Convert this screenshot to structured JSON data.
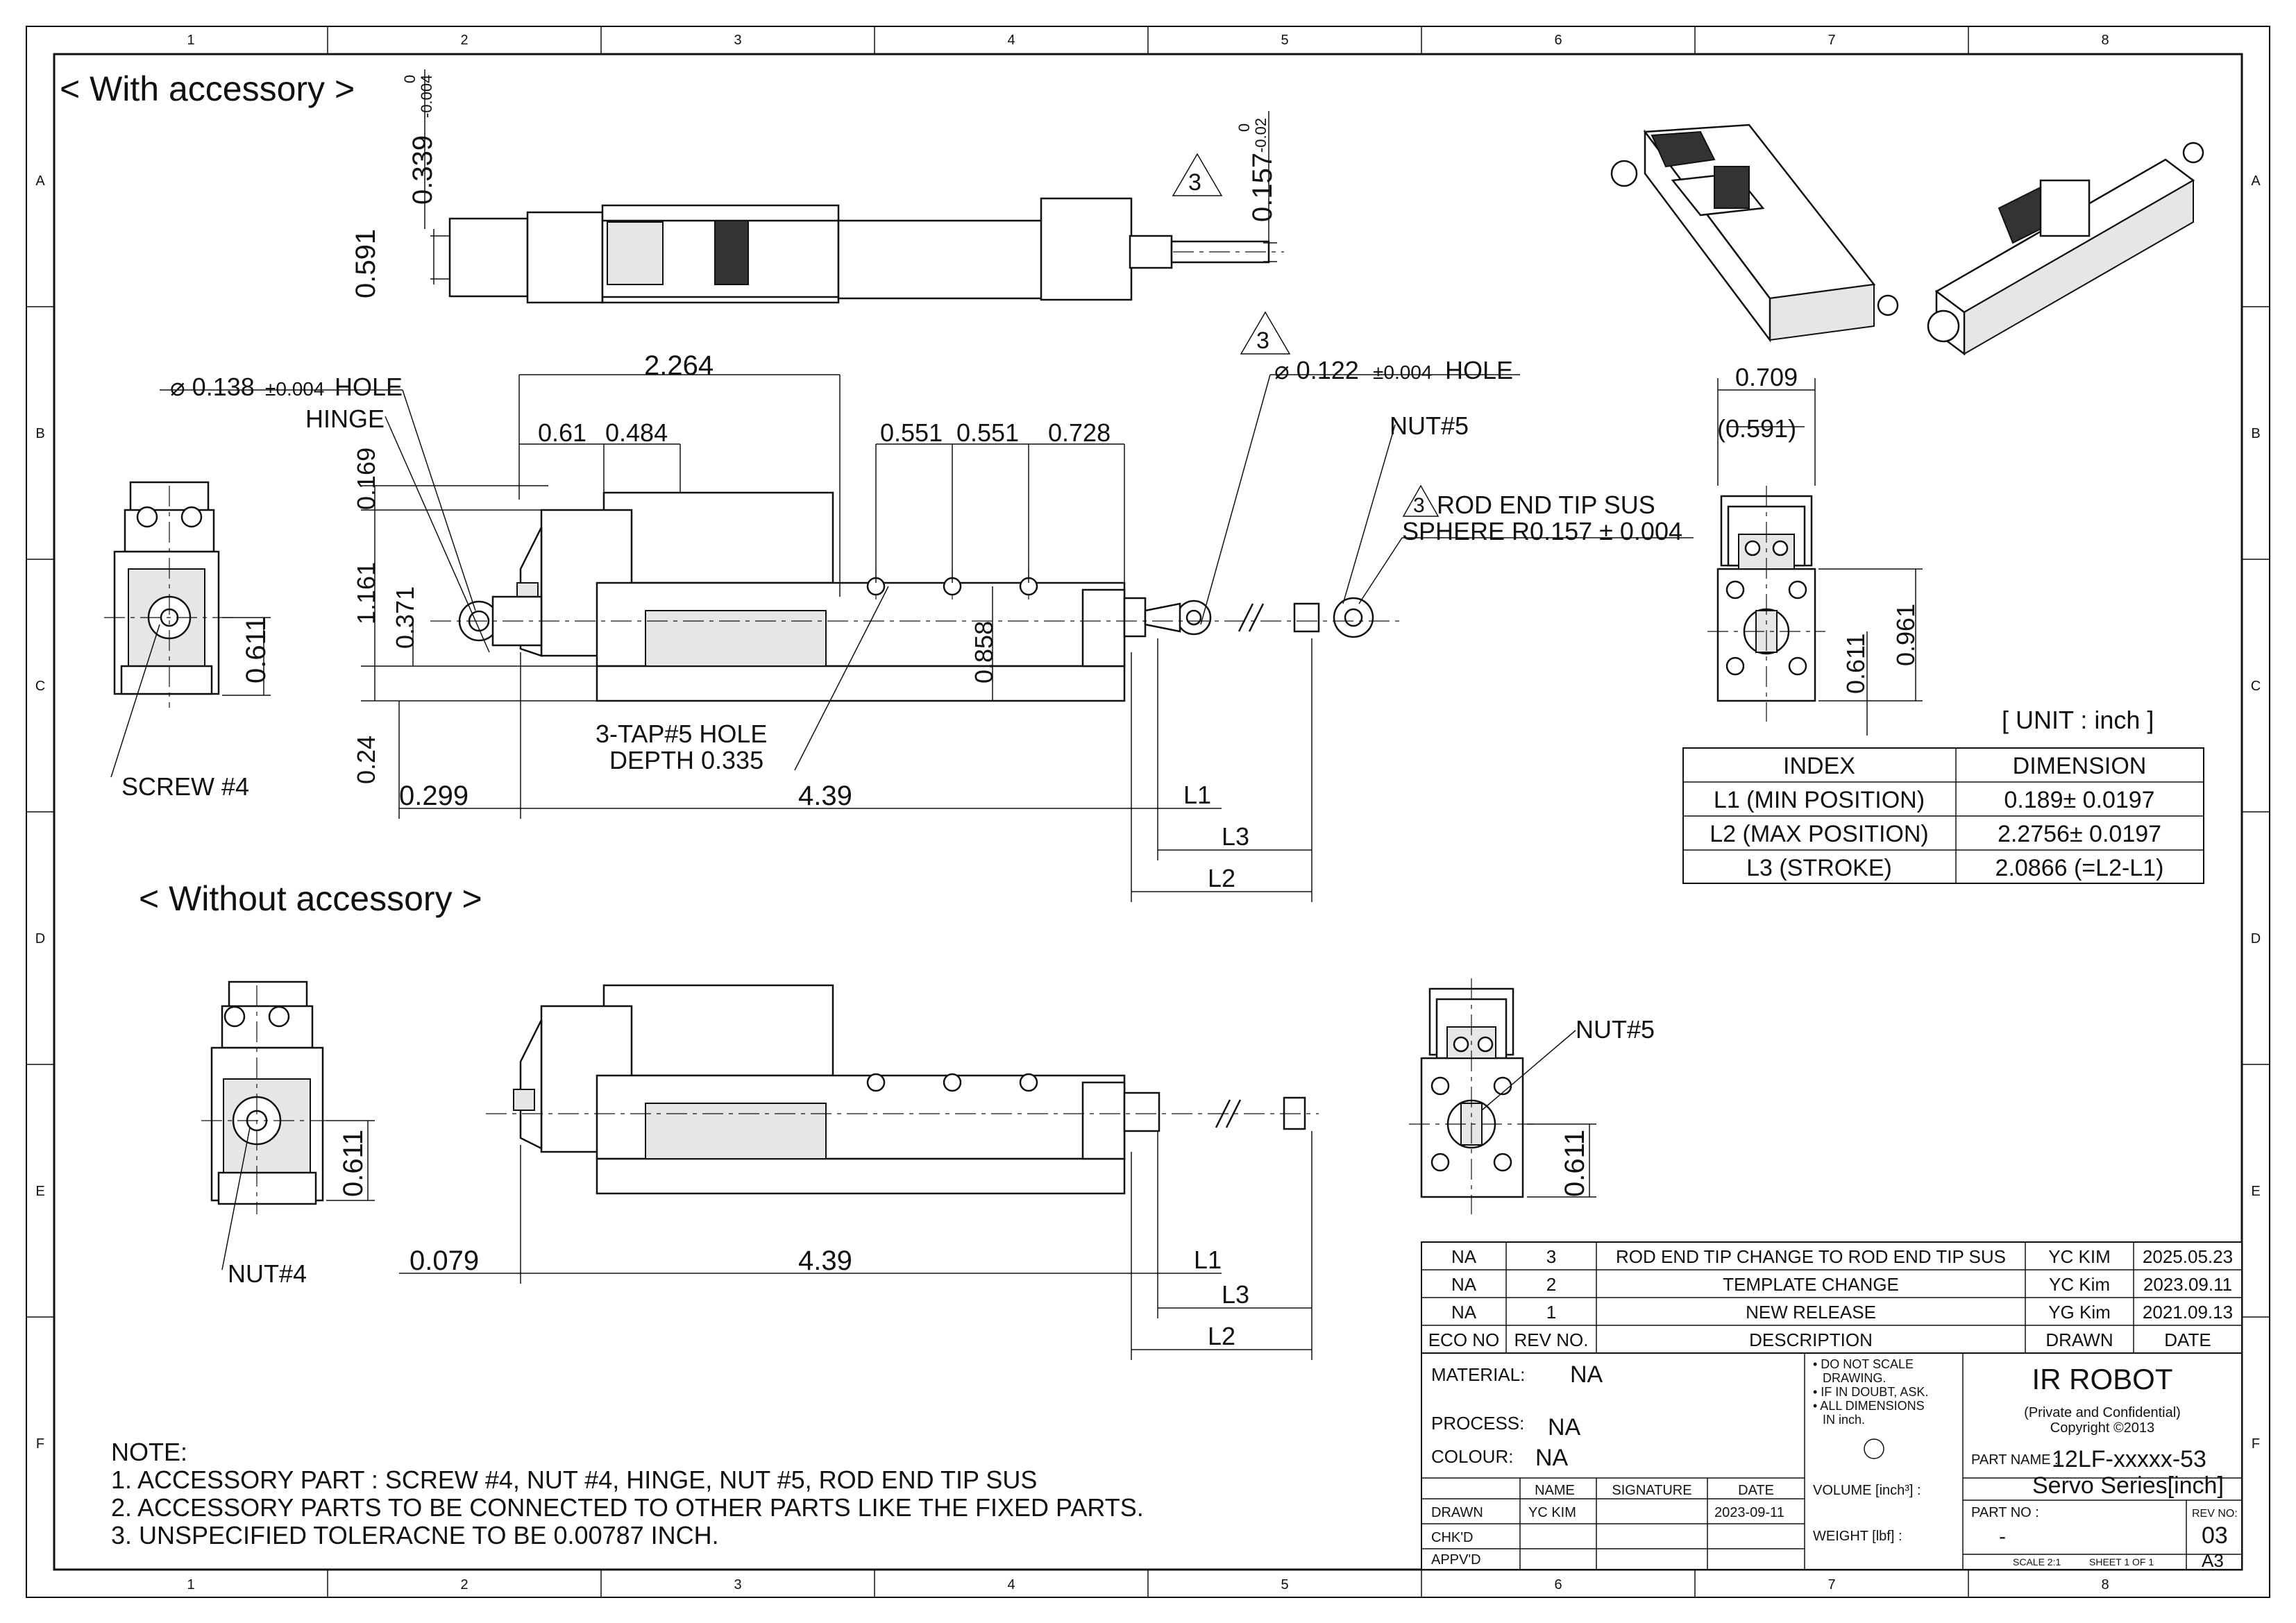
{
  "grid": {
    "columns": [
      "1",
      "2",
      "3",
      "4",
      "5",
      "6",
      "7",
      "8"
    ],
    "rows": [
      "A",
      "B",
      "C",
      "D",
      "E",
      "F"
    ]
  },
  "section_with": "< With accessory >",
  "section_without": "< Without accessory >",
  "dims_with": {
    "top_h": "0.339",
    "top_tol_hi": "0",
    "top_tol_lo": "-0.004",
    "top_w": "0.591",
    "rod_d": "0.157",
    "rod_tol_hi": "0",
    "rod_tol_lo": "-0.02",
    "rev_mark_1": "3",
    "rev_mark_2": "3",
    "rev_mark_3": "3",
    "hole_left": "⌀ 0.138",
    "hole_left_tol": "±0.004",
    "hole_left_suffix": "HOLE",
    "hinge": "HINGE",
    "hole_right": "⌀ 0.122",
    "hole_right_tol": "±0.004",
    "hole_right_suffix": "HOLE",
    "nut5": "NUT#5",
    "rod_end_1": "ROD END TIP SUS",
    "rod_end_2": "SPHERE R0.157 ± 0.004",
    "d_2264": "2.264",
    "d_061": "0.61",
    "d_0484": "0.484",
    "d_0551a": "0.551",
    "d_0551b": "0.551",
    "d_0728": "0.728",
    "d_0169": "0.169",
    "d_1161": "1.161",
    "d_0371": "0.371",
    "d_0858": "0.858",
    "d_024": "0.24",
    "d_0611_left": "0.611",
    "screw4": "SCREW #4",
    "tap_1": "3-TAP#5 HOLE",
    "tap_2": "DEPTH 0.335",
    "d_0299": "0.299",
    "d_439": "4.39",
    "l1": "L1",
    "l3": "L3",
    "l2": "L2",
    "d_0709": "0.709",
    "d_0591p": "(0.591)",
    "d_0611_right": "0.611",
    "d_0961": "0.961"
  },
  "dims_without": {
    "d_0611_left": "0.611",
    "nut4": "NUT#4",
    "d_0079": "0.079",
    "d_439": "4.39",
    "l1": "L1",
    "l3": "L3",
    "l2": "L2",
    "nut5": "NUT#5",
    "d_0611_right": "0.611"
  },
  "unit_label": "[ UNIT : inch ]",
  "index_table": {
    "headers": [
      "INDEX",
      "DIMENSION"
    ],
    "rows": [
      {
        "index": "L1 (MIN POSITION)",
        "dimension": "0.189± 0.0197"
      },
      {
        "index": "L2 (MAX POSITION)",
        "dimension": "2.2756± 0.0197"
      },
      {
        "index": "L3 (STROKE)",
        "dimension": "2.0866 (=L2-L1)"
      }
    ]
  },
  "notes": {
    "title": "NOTE:",
    "items": [
      "1. ACCESSORY PART :  SCREW #4, NUT #4, HINGE, NUT #5, ROD END TIP SUS",
      "2. ACCESSORY PARTS TO BE CONNECTED TO OTHER PARTS LIKE THE  FIXED PARTS.",
      "3. UNSPECIFIED TOLERACNE TO BE 0.00787 INCH."
    ]
  },
  "revision_table": {
    "rows": [
      {
        "eco": "NA",
        "rev": "3",
        "desc": "ROD END TIP CHANGE TO ROD END TIP SUS",
        "drawn": "YC KIM",
        "date": "2025.05.23"
      },
      {
        "eco": "NA",
        "rev": "2",
        "desc": "TEMPLATE CHANGE",
        "drawn": "YC Kim",
        "date": "2023.09.11"
      },
      {
        "eco": "NA",
        "rev": "1",
        "desc": "NEW RELEASE",
        "drawn": "YG Kim",
        "date": "2021.09.13"
      }
    ],
    "headers": {
      "eco": "ECO NO",
      "rev": "REV NO.",
      "desc": "DESCRIPTION",
      "drawn": "DRAWN",
      "date": "DATE"
    }
  },
  "title_block": {
    "material_label": "MATERIAL:",
    "material": "NA",
    "process_label": "PROCESS:",
    "process": "NA",
    "colour_label": "COLOUR:",
    "colour": "NA",
    "notes_1": "• DO NOT SCALE",
    "notes_2": "DRAWING.",
    "notes_3": "• IF IN DOUBT, ASK.",
    "notes_4": "• ALL DIMENSIONS",
    "notes_5": "IN inch.",
    "company": "IR ROBOT",
    "private_1": "(Private and Confidential)",
    "private_2": "Copyright ©2013",
    "part_name_label": "PART NAME :",
    "part_name": "12LF-xxxxx-53",
    "part_series": "Servo Series[inch]",
    "col_name": "NAME",
    "col_signature": "SIGNATURE",
    "col_date": "DATE",
    "volume_label": "VOLUME [inch³] :",
    "weight_label": "WEIGHT [lbf] :",
    "drawn_label": "DRAWN",
    "drawn_name": "YC KIM",
    "drawn_date": "2023-09-11",
    "chkd_label": "CHK'D",
    "apprvd_label": "APPV'D",
    "part_no_label": "PART NO :",
    "part_no": "-",
    "rev_no_label": "REV NO:",
    "rev_no": "03",
    "scale": "SCALE  2:1",
    "sheet": "SHEET 1 OF 1",
    "size": "A3"
  }
}
